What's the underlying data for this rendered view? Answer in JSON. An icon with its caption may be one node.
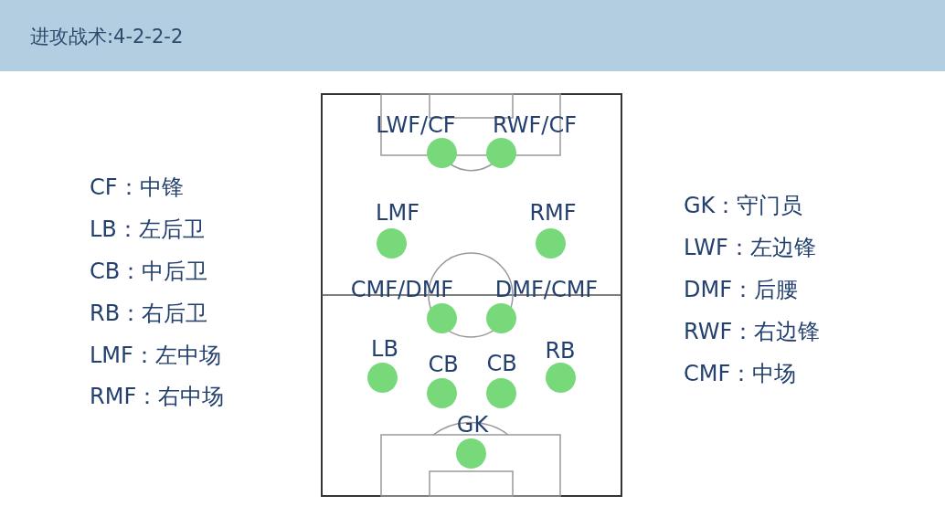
{
  "diagram": {
    "title": "进攻战术:4-2-2-2",
    "nodes": [
      {
        "text": [
          "LWF/CF"
        ]
      },
      {
        "text": [
          "RWF/CF"
        ]
      },
      {
        "text": [
          "LMF"
        ]
      },
      {
        "text": [
          "RMF"
        ]
      },
      {
        "text": [
          "CMF/DMF"
        ]
      },
      {
        "text": [
          "DMF/CMF"
        ]
      },
      {
        "text": [
          "LB"
        ]
      },
      {
        "text": [
          "CB"
        ]
      },
      {
        "text": [
          "CB"
        ]
      },
      {
        "text": [
          "RB"
        ]
      },
      {
        "text": [
          "GK"
        ]
      }
    ],
    "labels": [
      "CF：中锋",
      "LB：左后卫",
      "CB：中后卫",
      "RB：右后卫",
      "LMF：左中场",
      "RMF：右中场",
      "GK：守门员",
      "LWF：左边锋",
      "DMF：后腰",
      "RWF：右边锋",
      "CMF：中场"
    ]
  }
}
